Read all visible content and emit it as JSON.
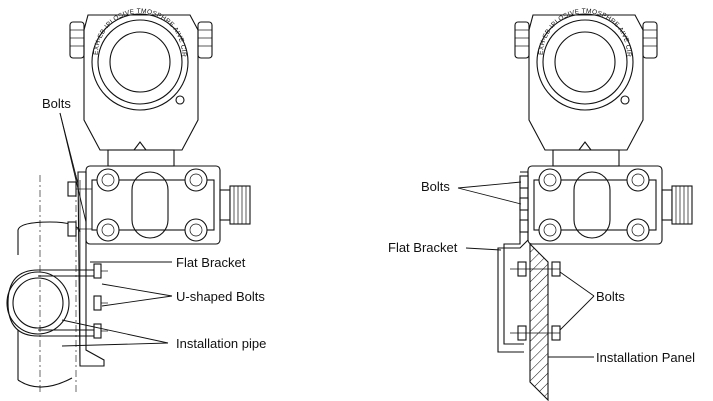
{
  "left_figure": {
    "cover_text": "EXH-EB-IPLOSIVE TMOSPHRE AIVE CIRCUIT WHEN",
    "labels": {
      "bolts": "Bolts",
      "flat_bracket": "Flat Bracket",
      "u_bolts": "U-shaped Bolts",
      "pipe": "Installation pipe"
    }
  },
  "right_figure": {
    "cover_text": "EXH-EB-IPLOSIVE TMOSPHRE AIVE CIRCUIT WHEN",
    "labels": {
      "bolts_top": "Bolts",
      "flat_bracket": "Flat Bracket",
      "bolts_panel": "Bolts",
      "panel": "Installation Panel"
    }
  }
}
